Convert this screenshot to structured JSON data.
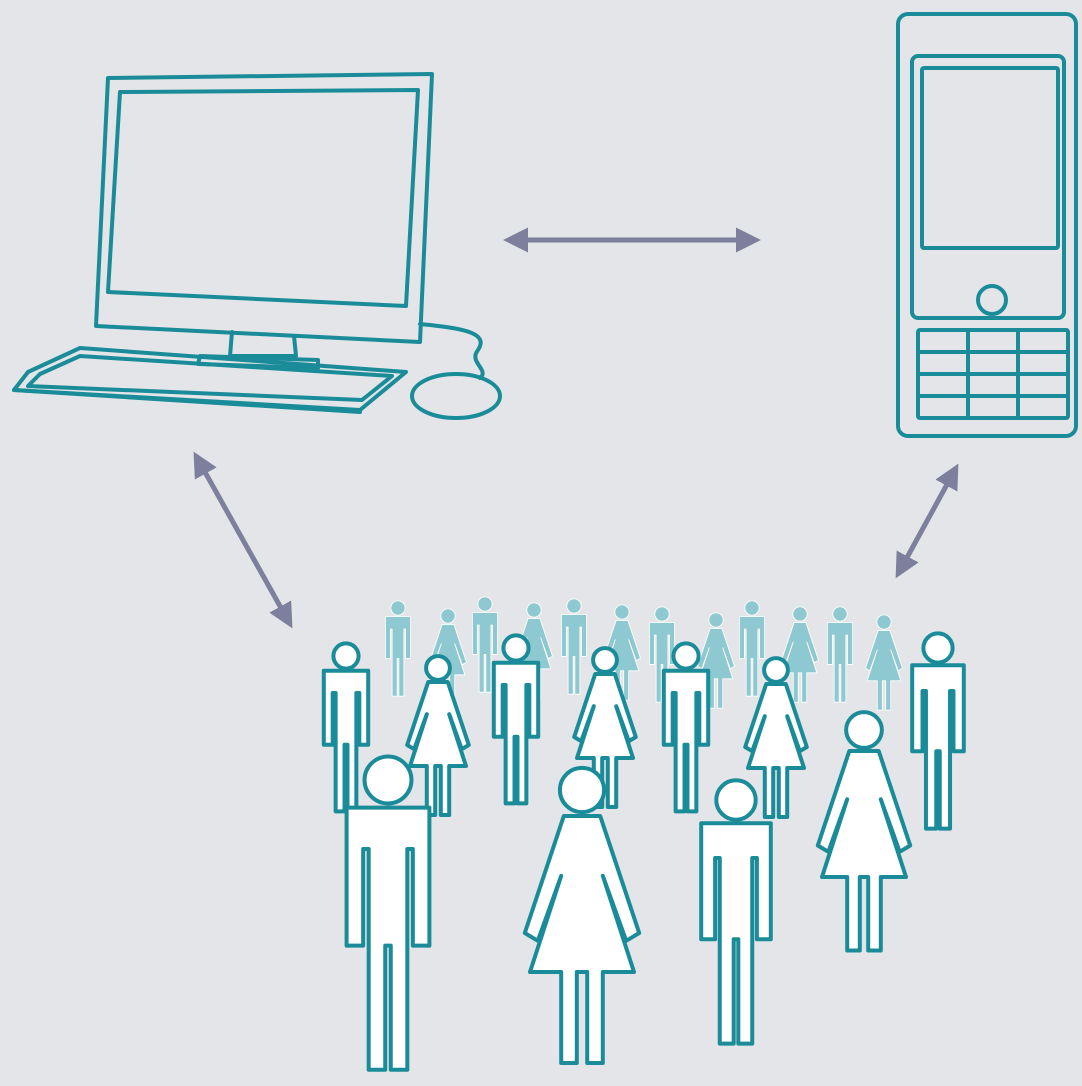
{
  "diagram": {
    "nodes": [
      {
        "id": "desktop-computer",
        "icon": "desktop-computer-icon"
      },
      {
        "id": "mobile-phone",
        "icon": "mobile-phone-icon"
      },
      {
        "id": "crowd",
        "icon": "crowd-of-people-icon"
      }
    ],
    "edges": [
      {
        "from": "desktop-computer",
        "to": "mobile-phone",
        "direction": "both"
      },
      {
        "from": "desktop-computer",
        "to": "crowd",
        "direction": "both"
      },
      {
        "from": "mobile-phone",
        "to": "crowd",
        "direction": "both"
      }
    ]
  },
  "colors": {
    "background": "#e3e5e8",
    "outline": "#1a8c99",
    "fill": "#ffffff",
    "faded_figures": "#8ec8d0",
    "arrow": "#7d7f9c"
  }
}
